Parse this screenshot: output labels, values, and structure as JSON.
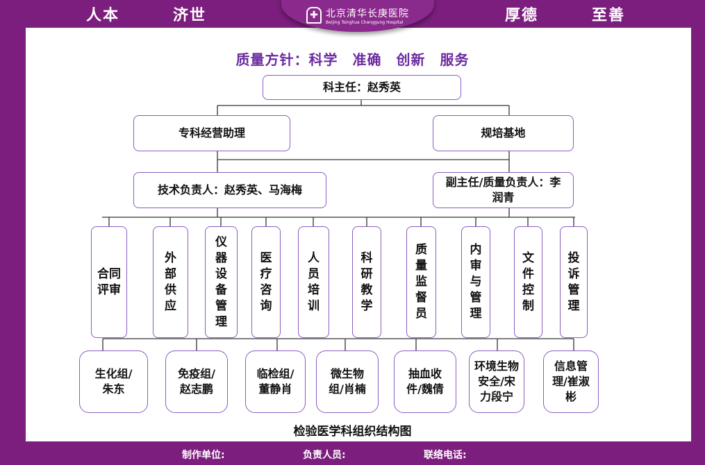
{
  "header": {
    "slogans": [
      "人本",
      "济世",
      "厚德",
      "至善"
    ],
    "logo_cn": "北京清华长庚医院",
    "logo_en": "Beijing Tsinghua Changgung Hospital"
  },
  "policy": "质量方针：科学　准确　创新　服务",
  "level1": "科主任：赵秀英",
  "level2": [
    "专科经营助理",
    "规培基地"
  ],
  "level3": [
    "技术负责人：赵秀英、马海梅",
    "副主任/质量负责人：李润青"
  ],
  "functions": [
    "合同评审",
    "外部供应",
    "仪器设备管理",
    "医疗咨询",
    "人员培训",
    "科研教学",
    "质量监督员",
    "内审与管理",
    "文件控制",
    "投诉管理"
  ],
  "groups": [
    "生化组/朱东",
    "免疫组/赵志鹏",
    "临检组/董静肖",
    "微生物组/肖楠",
    "抽血收件/魏倩",
    "环境生物安全/宋力段宁",
    "信息管理/崔淑彬"
  ],
  "title": "检验医学科组织结构图",
  "footer": [
    "制作单位:",
    "负责人员:",
    "联络电话:"
  ],
  "colors": {
    "background": "#7b1e7d",
    "accent": "#6b2aa0",
    "border": "#8a5cc0"
  }
}
